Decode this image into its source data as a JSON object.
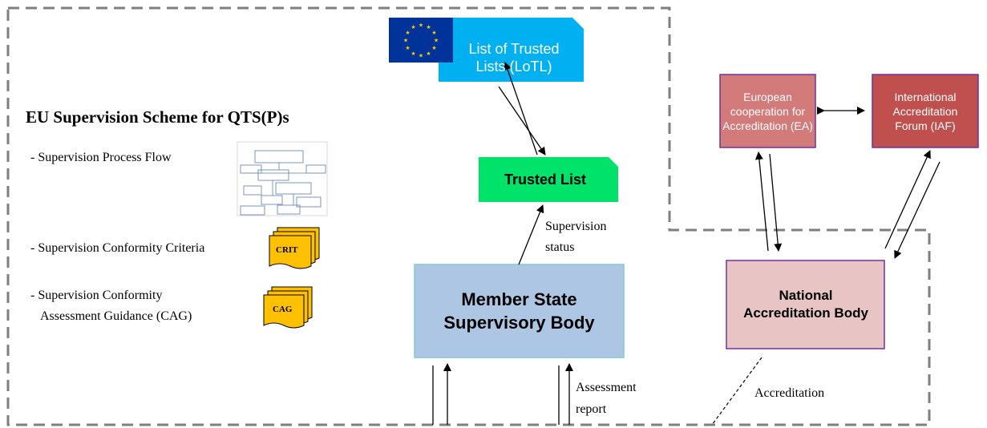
{
  "title": "EU Supervision Scheme for QTS(P)s",
  "bullets": [
    "- Supervision  Process Flow",
    "- Supervision  Conformity Criteria",
    "- Supervision  Conformity",
    "Assessment  Guidance (CAG)"
  ],
  "docs": {
    "crit": "CRIT",
    "cag": "CAG"
  },
  "nodes": {
    "lotl": "List of Trusted Lists (LoTL)",
    "trusted_list": "Trusted List",
    "ms_supervisory_body": "Member State Supervisory Body",
    "ea": "European cooperation for Accreditation (EA)",
    "iaf": "International Accreditation Forum (IAF)",
    "nab": "National Accreditation Body"
  },
  "edge_labels": {
    "supervision_status": [
      "Supervision",
      "status"
    ],
    "assessment_report": [
      "Assessment",
      "report"
    ],
    "accreditation": "Accreditation"
  },
  "colors": {
    "lotl": "#00b0f0",
    "trusted_list": "#00e36b",
    "ms_supervisory_body": "#adc6e3",
    "ms_border": "#7fc9d9",
    "ea": "#d37a7a",
    "iaf": "#c0504d",
    "nab": "#e8c4c4",
    "node_border": "#7030a0",
    "doc_fill": "#ffc000",
    "dashed_border": "#7f7f7f",
    "eu_flag": "#003399",
    "eu_star": "#ffcc00"
  }
}
